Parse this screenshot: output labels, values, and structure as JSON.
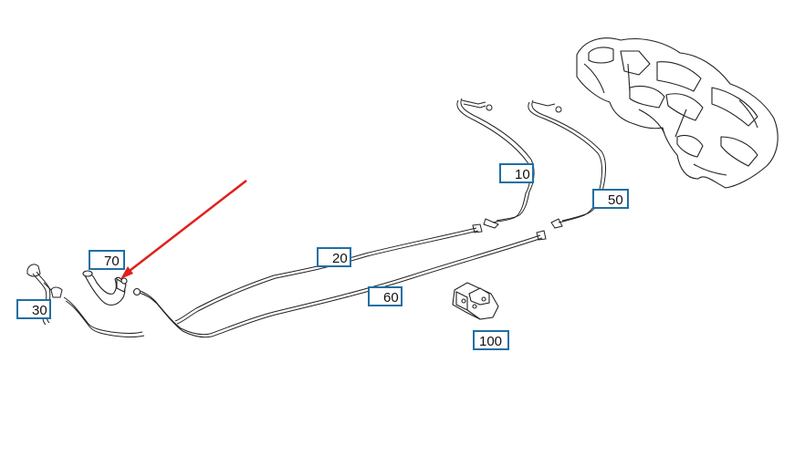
{
  "callouts": {
    "c10": "10",
    "c20": "20",
    "c30": "30",
    "c50": "50",
    "c60": "60",
    "c70": "70",
    "c100": "100"
  },
  "colors": {
    "callout_border": "#1f6fa3",
    "line_art": "#222222",
    "pointer_arrow": "#e0201b"
  }
}
